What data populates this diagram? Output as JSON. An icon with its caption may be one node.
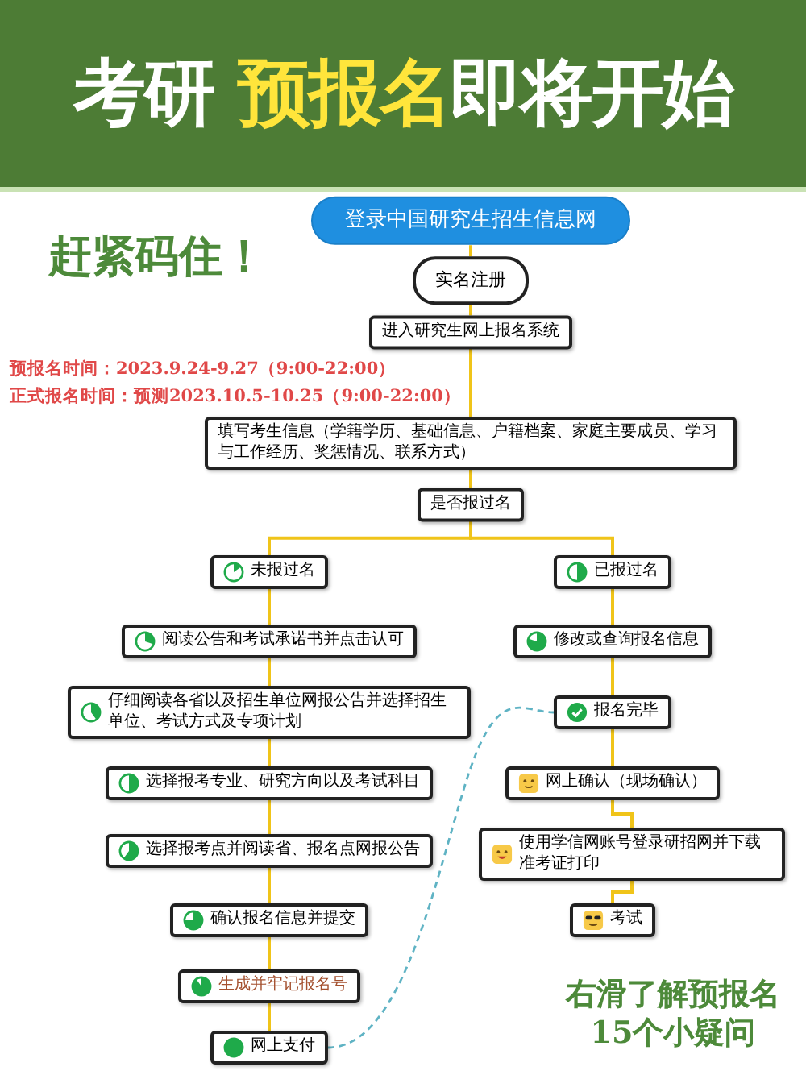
{
  "diagram": {
    "title": "考研 **预报名**即将开始",
    "nodes": [
      {
        "text": [
          "登录中国研究生招生信息网"
        ]
      },
      {
        "text": [
          "实名注册"
        ]
      },
      {
        "text": [
          "进入研究生网上报名系统"
        ]
      },
      {
        "text": [
          "填写考生信息（学籍学历、基础信息、户籍档案、家庭主要成员、学习与工作经历、奖惩情况、联系方式）"
        ]
      },
      {
        "text": [
          "是否报过名"
        ]
      },
      {
        "text": [
          "未报过名"
        ]
      },
      {
        "text": [
          "已报过名"
        ]
      },
      {
        "text": [
          "阅读公告和考试承诺书并点击认可"
        ]
      },
      {
        "text": [
          "仔细阅读各省以及招生单位网报公告并选择招生单位、考试方式及专项计划"
        ]
      },
      {
        "text": [
          "选择报考专业、研究方向以及考试科目"
        ]
      },
      {
        "text": [
          "选择报考点并阅读省、报名点网报公告"
        ]
      },
      {
        "text": [
          "确认报名信息并提交"
        ]
      },
      {
        "text": [
          "生成并牢记报名号"
        ]
      },
      {
        "text": [
          "网上支付"
        ]
      },
      {
        "text": [
          "修改或查询报名信息"
        ]
      },
      {
        "text": [
          "报名完毕"
        ]
      },
      {
        "text": [
          "网上确认（现场确认）"
        ]
      },
      {
        "text": [
          "使用学信网账号登录研招网并下载准考证打印"
        ]
      },
      {
        "text": [
          "考试"
        ]
      }
    ],
    "edges": [
      {
        "from": 0,
        "to": 1,
        "arrow": "none"
      },
      {
        "from": 1,
        "to": 2,
        "arrow": "none"
      },
      {
        "from": 2,
        "to": 3,
        "arrow": "none"
      },
      {
        "from": 3,
        "to": 4,
        "arrow": "none"
      },
      {
        "from": 4,
        "to": 5,
        "arrow": "none"
      },
      {
        "from": 4,
        "to": 6,
        "arrow": "none"
      },
      {
        "from": 5,
        "to": 7,
        "arrow": "none"
      },
      {
        "from": 7,
        "to": 8,
        "arrow": "none"
      },
      {
        "from": 8,
        "to": 9,
        "arrow": "none"
      },
      {
        "from": 9,
        "to": 10,
        "arrow": "none"
      },
      {
        "from": 10,
        "to": 11,
        "arrow": "none"
      },
      {
        "from": 11,
        "to": 12,
        "arrow": "none"
      },
      {
        "from": 12,
        "to": 13,
        "arrow": "none"
      },
      {
        "from": 6,
        "to": 14,
        "arrow": "none"
      },
      {
        "from": 14,
        "to": 15,
        "arrow": "none"
      },
      {
        "from": 15,
        "to": 16,
        "arrow": "none"
      },
      {
        "from": 16,
        "to": 17,
        "arrow": "none"
      },
      {
        "from": 17,
        "to": 18,
        "arrow": "none"
      },
      {
        "from": 13,
        "to": 15,
        "arrow": "none",
        "style": "dashed",
        "color": "#5fb3c4"
      }
    ],
    "labels": [
      "赶紧码住！",
      "预报名时间：2023.9.24-9.27（9:00-22:00）",
      "正式报名时间：预测2023.10.5-10.25（9:00-22:00）",
      "右滑了解预报名15个小疑问"
    ]
  }
}
